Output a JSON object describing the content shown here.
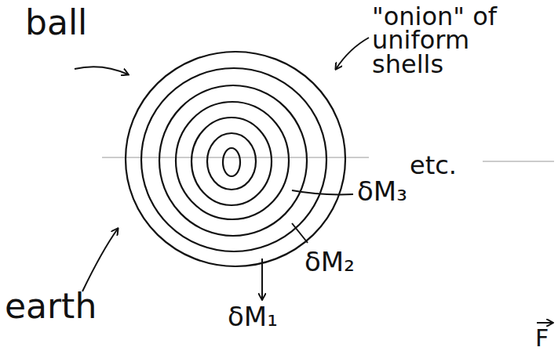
{
  "diagram": {
    "labels": [
      "ball",
      "\"onion\" of uniform shells",
      "etc.",
      "δM₃",
      "δM₂",
      "δM₁",
      "earth",
      "F"
    ]
  }
}
